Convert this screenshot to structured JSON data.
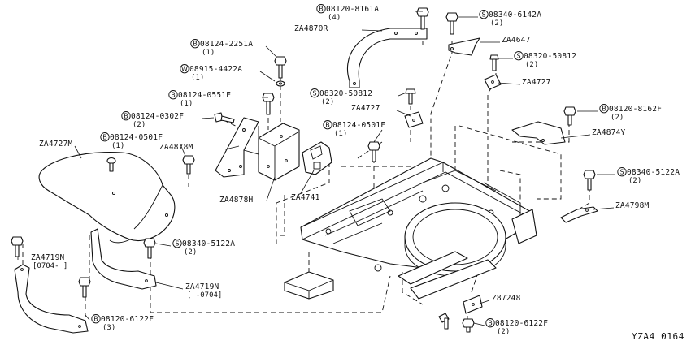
{
  "callouts": [
    {
      "id": "c1",
      "prefix": "B",
      "part": "08120-8161A",
      "qty": "(4)"
    },
    {
      "id": "c2",
      "prefix": "",
      "part": "ZA4870R",
      "qty": ""
    },
    {
      "id": "c3",
      "prefix": "S",
      "part": "08340-6142A",
      "qty": "(2)"
    },
    {
      "id": "c4",
      "prefix": "",
      "part": "ZA4647",
      "qty": ""
    },
    {
      "id": "c5",
      "prefix": "B",
      "part": "08124-2251A",
      "qty": "(1)"
    },
    {
      "id": "c6",
      "prefix": "S",
      "part": "08320-50812",
      "qty": "(2)"
    },
    {
      "id": "c7",
      "prefix": "W",
      "part": "08915-4422A",
      "qty": "(1)"
    },
    {
      "id": "c8",
      "prefix": "",
      "part": "ZA4727",
      "qty": ""
    },
    {
      "id": "c9",
      "prefix": "S",
      "part": "08320-50812",
      "qty": "(2)"
    },
    {
      "id": "c10",
      "prefix": "B",
      "part": "08124-0551E",
      "qty": "(1)"
    },
    {
      "id": "c11",
      "prefix": "",
      "part": "ZA4727",
      "qty": ""
    },
    {
      "id": "c12",
      "prefix": "B",
      "part": "08120-8162F",
      "qty": "(2)"
    },
    {
      "id": "c13",
      "prefix": "B",
      "part": "08124-0302F",
      "qty": "(2)"
    },
    {
      "id": "c14",
      "prefix": "B",
      "part": "08124-0501F",
      "qty": "(1)"
    },
    {
      "id": "c15",
      "prefix": "",
      "part": "ZA4874Y",
      "qty": ""
    },
    {
      "id": "c16",
      "prefix": "",
      "part": "ZA4727M",
      "qty": ""
    },
    {
      "id": "c17",
      "prefix": "B",
      "part": "08124-0501F",
      "qty": "(1)"
    },
    {
      "id": "c18",
      "prefix": "",
      "part": "ZA4878M",
      "qty": ""
    },
    {
      "id": "c19",
      "prefix": "S",
      "part": "08340-5122A",
      "qty": "(2)"
    },
    {
      "id": "c20",
      "prefix": "",
      "part": "ZA4878H",
      "qty": ""
    },
    {
      "id": "c21",
      "prefix": "",
      "part": "ZA4741",
      "qty": ""
    },
    {
      "id": "c22",
      "prefix": "",
      "part": "ZA4798M",
      "qty": ""
    },
    {
      "id": "c23",
      "prefix": "S",
      "part": "08340-5122A",
      "qty": "(2)"
    },
    {
      "id": "c24",
      "prefix": "",
      "part": "ZA4719N",
      "qty": "[0704-  ]"
    },
    {
      "id": "c25",
      "prefix": "",
      "part": "ZA4719N",
      "qty": "[  -0704]"
    },
    {
      "id": "c26",
      "prefix": "",
      "part": "Z87248",
      "qty": ""
    },
    {
      "id": "c27",
      "prefix": "B",
      "part": "08120-6122F",
      "qty": "(3)"
    },
    {
      "id": "c28",
      "prefix": "B",
      "part": "08120-6122F",
      "qty": "(2)"
    }
  ],
  "diagram_code": "YZA4 0164"
}
